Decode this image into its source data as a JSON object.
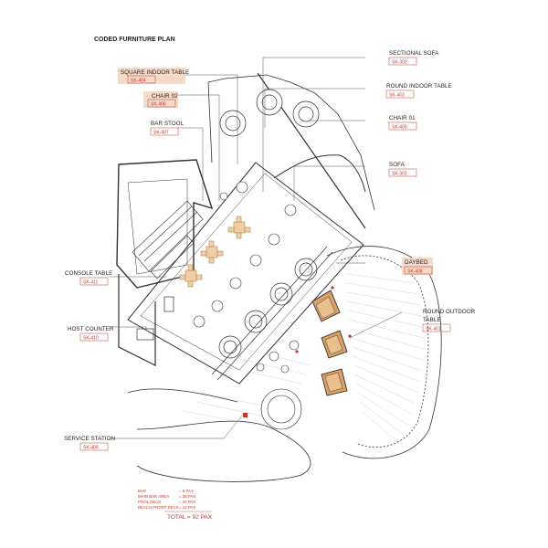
{
  "title": "CODED FURNITURE PLAN",
  "labels": [
    {
      "name": "SECTIONAL SOFA",
      "code": "SK-302",
      "highlight": false
    },
    {
      "name": "SQUARE INDOOR TABLE",
      "code": "SK-404",
      "highlight": true
    },
    {
      "name": "ROUND INDOOR TABLE",
      "code": "SK-403",
      "highlight": false
    },
    {
      "name": "CHAIR 02",
      "code": "SK-406",
      "highlight": true
    },
    {
      "name": "BAR STOOL",
      "code": "SK-407",
      "highlight": false
    },
    {
      "name": "CHAIR 01",
      "code": "SK-405",
      "highlight": false
    },
    {
      "name": "SOFA",
      "code": "SK-301",
      "highlight": false
    },
    {
      "name": "DAYBED",
      "code": "SK-408",
      "highlight": true
    },
    {
      "name": "CONSOLE TABLE",
      "code": "SK-411",
      "highlight": false
    },
    {
      "name": "ROUND OUTDOOR TABLE",
      "code": "SK-401",
      "highlight": false
    },
    {
      "name": "HOST COUNTER",
      "code": "SK-410",
      "highlight": false
    },
    {
      "name": "SERVICE STATION",
      "code": "SK-409",
      "highlight": false
    }
  ],
  "capacity": [
    {
      "area": "BAR",
      "pax": "= 8 PAX"
    },
    {
      "area": "MAIN BAR AREA",
      "pax": "= 38 PAX"
    },
    {
      "area": "POOL DECK",
      "pax": "= 34 PAX"
    },
    {
      "area": "BEACH FRONT DECK",
      "pax": "= 12 PAX"
    }
  ],
  "total": "TOTAL = 92 PAX",
  "colors": {
    "line": "#333333",
    "code": "#c0392b",
    "highlight": "#f6d9c6",
    "tan": "#f0cfa8",
    "daybed": "#d9a066"
  }
}
